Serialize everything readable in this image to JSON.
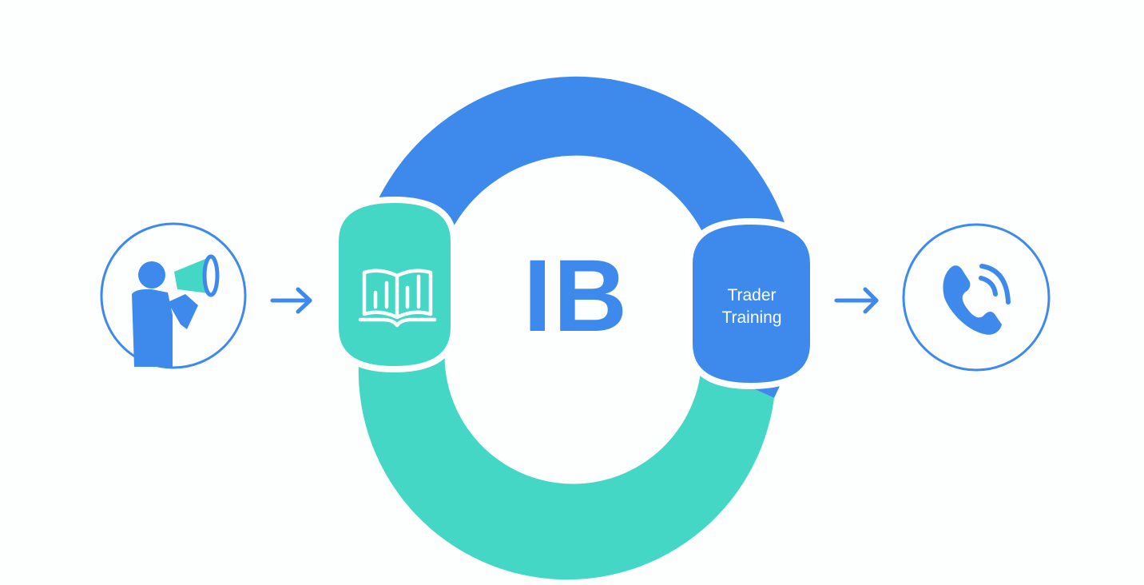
{
  "diagram": {
    "center_label": "IB",
    "step_label": [
      "Trader",
      "Training"
    ],
    "icons": {
      "start": "person-megaphone-icon",
      "education": "book-chart-icon",
      "end": "phone-call-icon",
      "arrow": "arrow-right-icon"
    },
    "colors": {
      "blue": "#3d8aec",
      "teal": "#45d7c6",
      "white": "#ffffff"
    }
  }
}
